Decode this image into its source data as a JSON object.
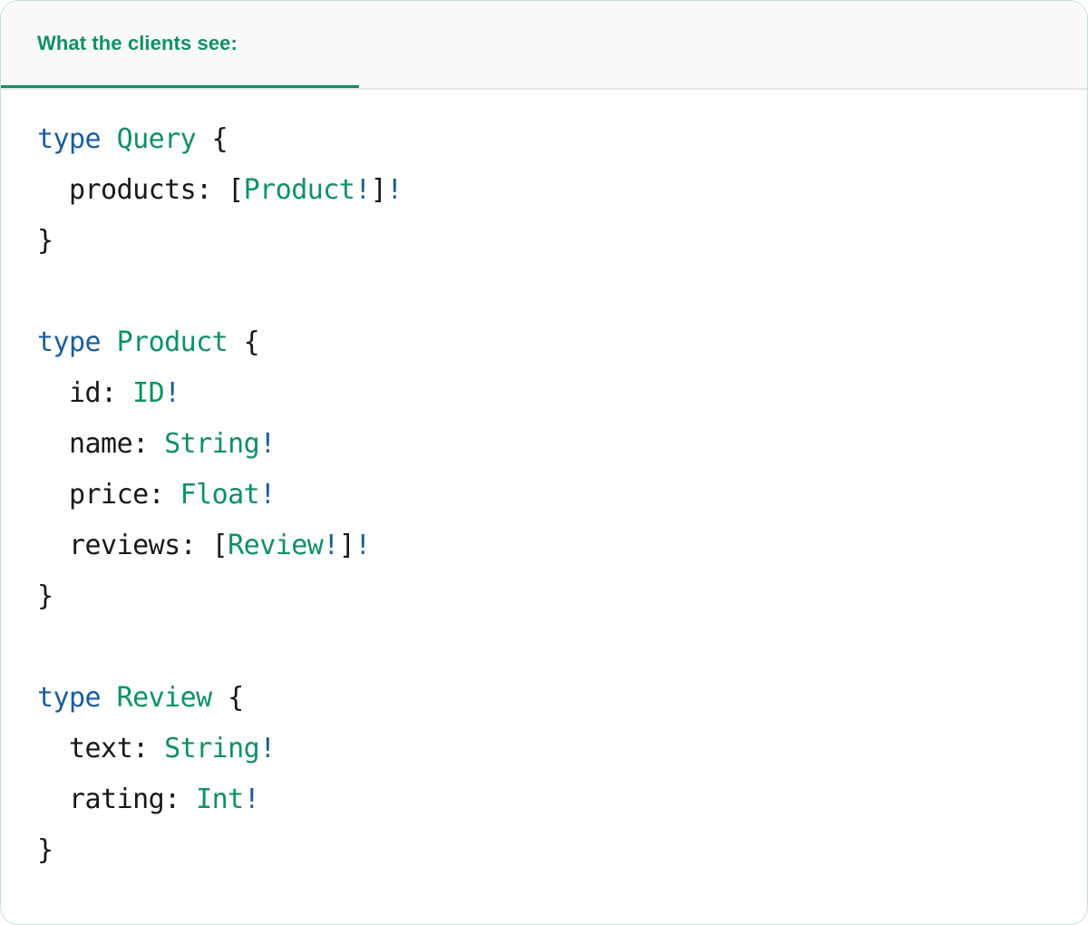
{
  "card": {
    "border_color": "#bfe0d2",
    "background": "#ffffff"
  },
  "tabbar": {
    "background": "#fafafa",
    "active_tab": {
      "label": "What the clients see:",
      "color": "#0f9068",
      "underline_color": "#0f9068"
    },
    "divider_color": "#e7e7e7"
  },
  "syntax_colors": {
    "keyword": "#1a5d9e",
    "type_name": "#0f9068",
    "punctuation": "#18181b",
    "field_name": "#18181b",
    "non_null_bang": "#1a5d9e"
  },
  "code": {
    "language": "graphql",
    "raw": "type Query {\n  products: [Product!]!\n}\n\ntype Product {\n  id: ID!\n  name: String!\n  price: Float!\n  reviews: [Review!]!\n}\n\ntype Review {\n  text: String!\n  rating: Int!\n}",
    "lines": [
      {
        "tokens": [
          {
            "t": "type",
            "c": "kw"
          },
          {
            "t": " ",
            "c": "plain"
          },
          {
            "t": "Query",
            "c": "type"
          },
          {
            "t": " ",
            "c": "plain"
          },
          {
            "t": "{",
            "c": "punct"
          }
        ]
      },
      {
        "tokens": [
          {
            "t": "  ",
            "c": "plain"
          },
          {
            "t": "products",
            "c": "field"
          },
          {
            "t": ": ",
            "c": "punct"
          },
          {
            "t": "[",
            "c": "punct"
          },
          {
            "t": "Product",
            "c": "type"
          },
          {
            "t": "!",
            "c": "bang"
          },
          {
            "t": "]",
            "c": "punct"
          },
          {
            "t": "!",
            "c": "bang"
          }
        ]
      },
      {
        "tokens": [
          {
            "t": "}",
            "c": "punct"
          }
        ]
      },
      {
        "tokens": []
      },
      {
        "tokens": [
          {
            "t": "type",
            "c": "kw"
          },
          {
            "t": " ",
            "c": "plain"
          },
          {
            "t": "Product",
            "c": "type"
          },
          {
            "t": " ",
            "c": "plain"
          },
          {
            "t": "{",
            "c": "punct"
          }
        ]
      },
      {
        "tokens": [
          {
            "t": "  ",
            "c": "plain"
          },
          {
            "t": "id",
            "c": "field"
          },
          {
            "t": ": ",
            "c": "punct"
          },
          {
            "t": "ID",
            "c": "type"
          },
          {
            "t": "!",
            "c": "bang"
          }
        ]
      },
      {
        "tokens": [
          {
            "t": "  ",
            "c": "plain"
          },
          {
            "t": "name",
            "c": "field"
          },
          {
            "t": ": ",
            "c": "punct"
          },
          {
            "t": "String",
            "c": "type"
          },
          {
            "t": "!",
            "c": "bang"
          }
        ]
      },
      {
        "tokens": [
          {
            "t": "  ",
            "c": "plain"
          },
          {
            "t": "price",
            "c": "field"
          },
          {
            "t": ": ",
            "c": "punct"
          },
          {
            "t": "Float",
            "c": "type"
          },
          {
            "t": "!",
            "c": "bang"
          }
        ]
      },
      {
        "tokens": [
          {
            "t": "  ",
            "c": "plain"
          },
          {
            "t": "reviews",
            "c": "field"
          },
          {
            "t": ": ",
            "c": "punct"
          },
          {
            "t": "[",
            "c": "punct"
          },
          {
            "t": "Review",
            "c": "type"
          },
          {
            "t": "!",
            "c": "bang"
          },
          {
            "t": "]",
            "c": "punct"
          },
          {
            "t": "!",
            "c": "bang"
          }
        ]
      },
      {
        "tokens": [
          {
            "t": "}",
            "c": "punct"
          }
        ]
      },
      {
        "tokens": []
      },
      {
        "tokens": [
          {
            "t": "type",
            "c": "kw"
          },
          {
            "t": " ",
            "c": "plain"
          },
          {
            "t": "Review",
            "c": "type"
          },
          {
            "t": " ",
            "c": "plain"
          },
          {
            "t": "{",
            "c": "punct"
          }
        ]
      },
      {
        "tokens": [
          {
            "t": "  ",
            "c": "plain"
          },
          {
            "t": "text",
            "c": "field"
          },
          {
            "t": ": ",
            "c": "punct"
          },
          {
            "t": "String",
            "c": "type"
          },
          {
            "t": "!",
            "c": "bang"
          }
        ]
      },
      {
        "tokens": [
          {
            "t": "  ",
            "c": "plain"
          },
          {
            "t": "rating",
            "c": "field"
          },
          {
            "t": ": ",
            "c": "punct"
          },
          {
            "t": "Int",
            "c": "type"
          },
          {
            "t": "!",
            "c": "bang"
          }
        ]
      },
      {
        "tokens": [
          {
            "t": "}",
            "c": "punct"
          }
        ]
      }
    ]
  }
}
